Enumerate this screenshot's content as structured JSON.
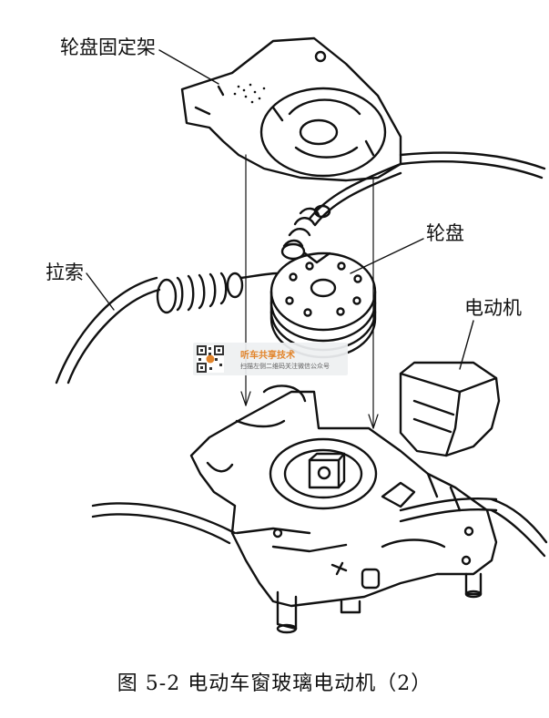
{
  "labels": {
    "wheel_bracket": "轮盘固定架",
    "cable": "拉索",
    "wheel": "轮盘",
    "motor": "电动机"
  },
  "caption": "图 5-2   电动车窗玻璃电动机（2）",
  "watermark": {
    "title": "听车共享技术",
    "subtitle": "扫描左侧二维码关注微信公众号",
    "accent_color": "#e07b1a"
  }
}
